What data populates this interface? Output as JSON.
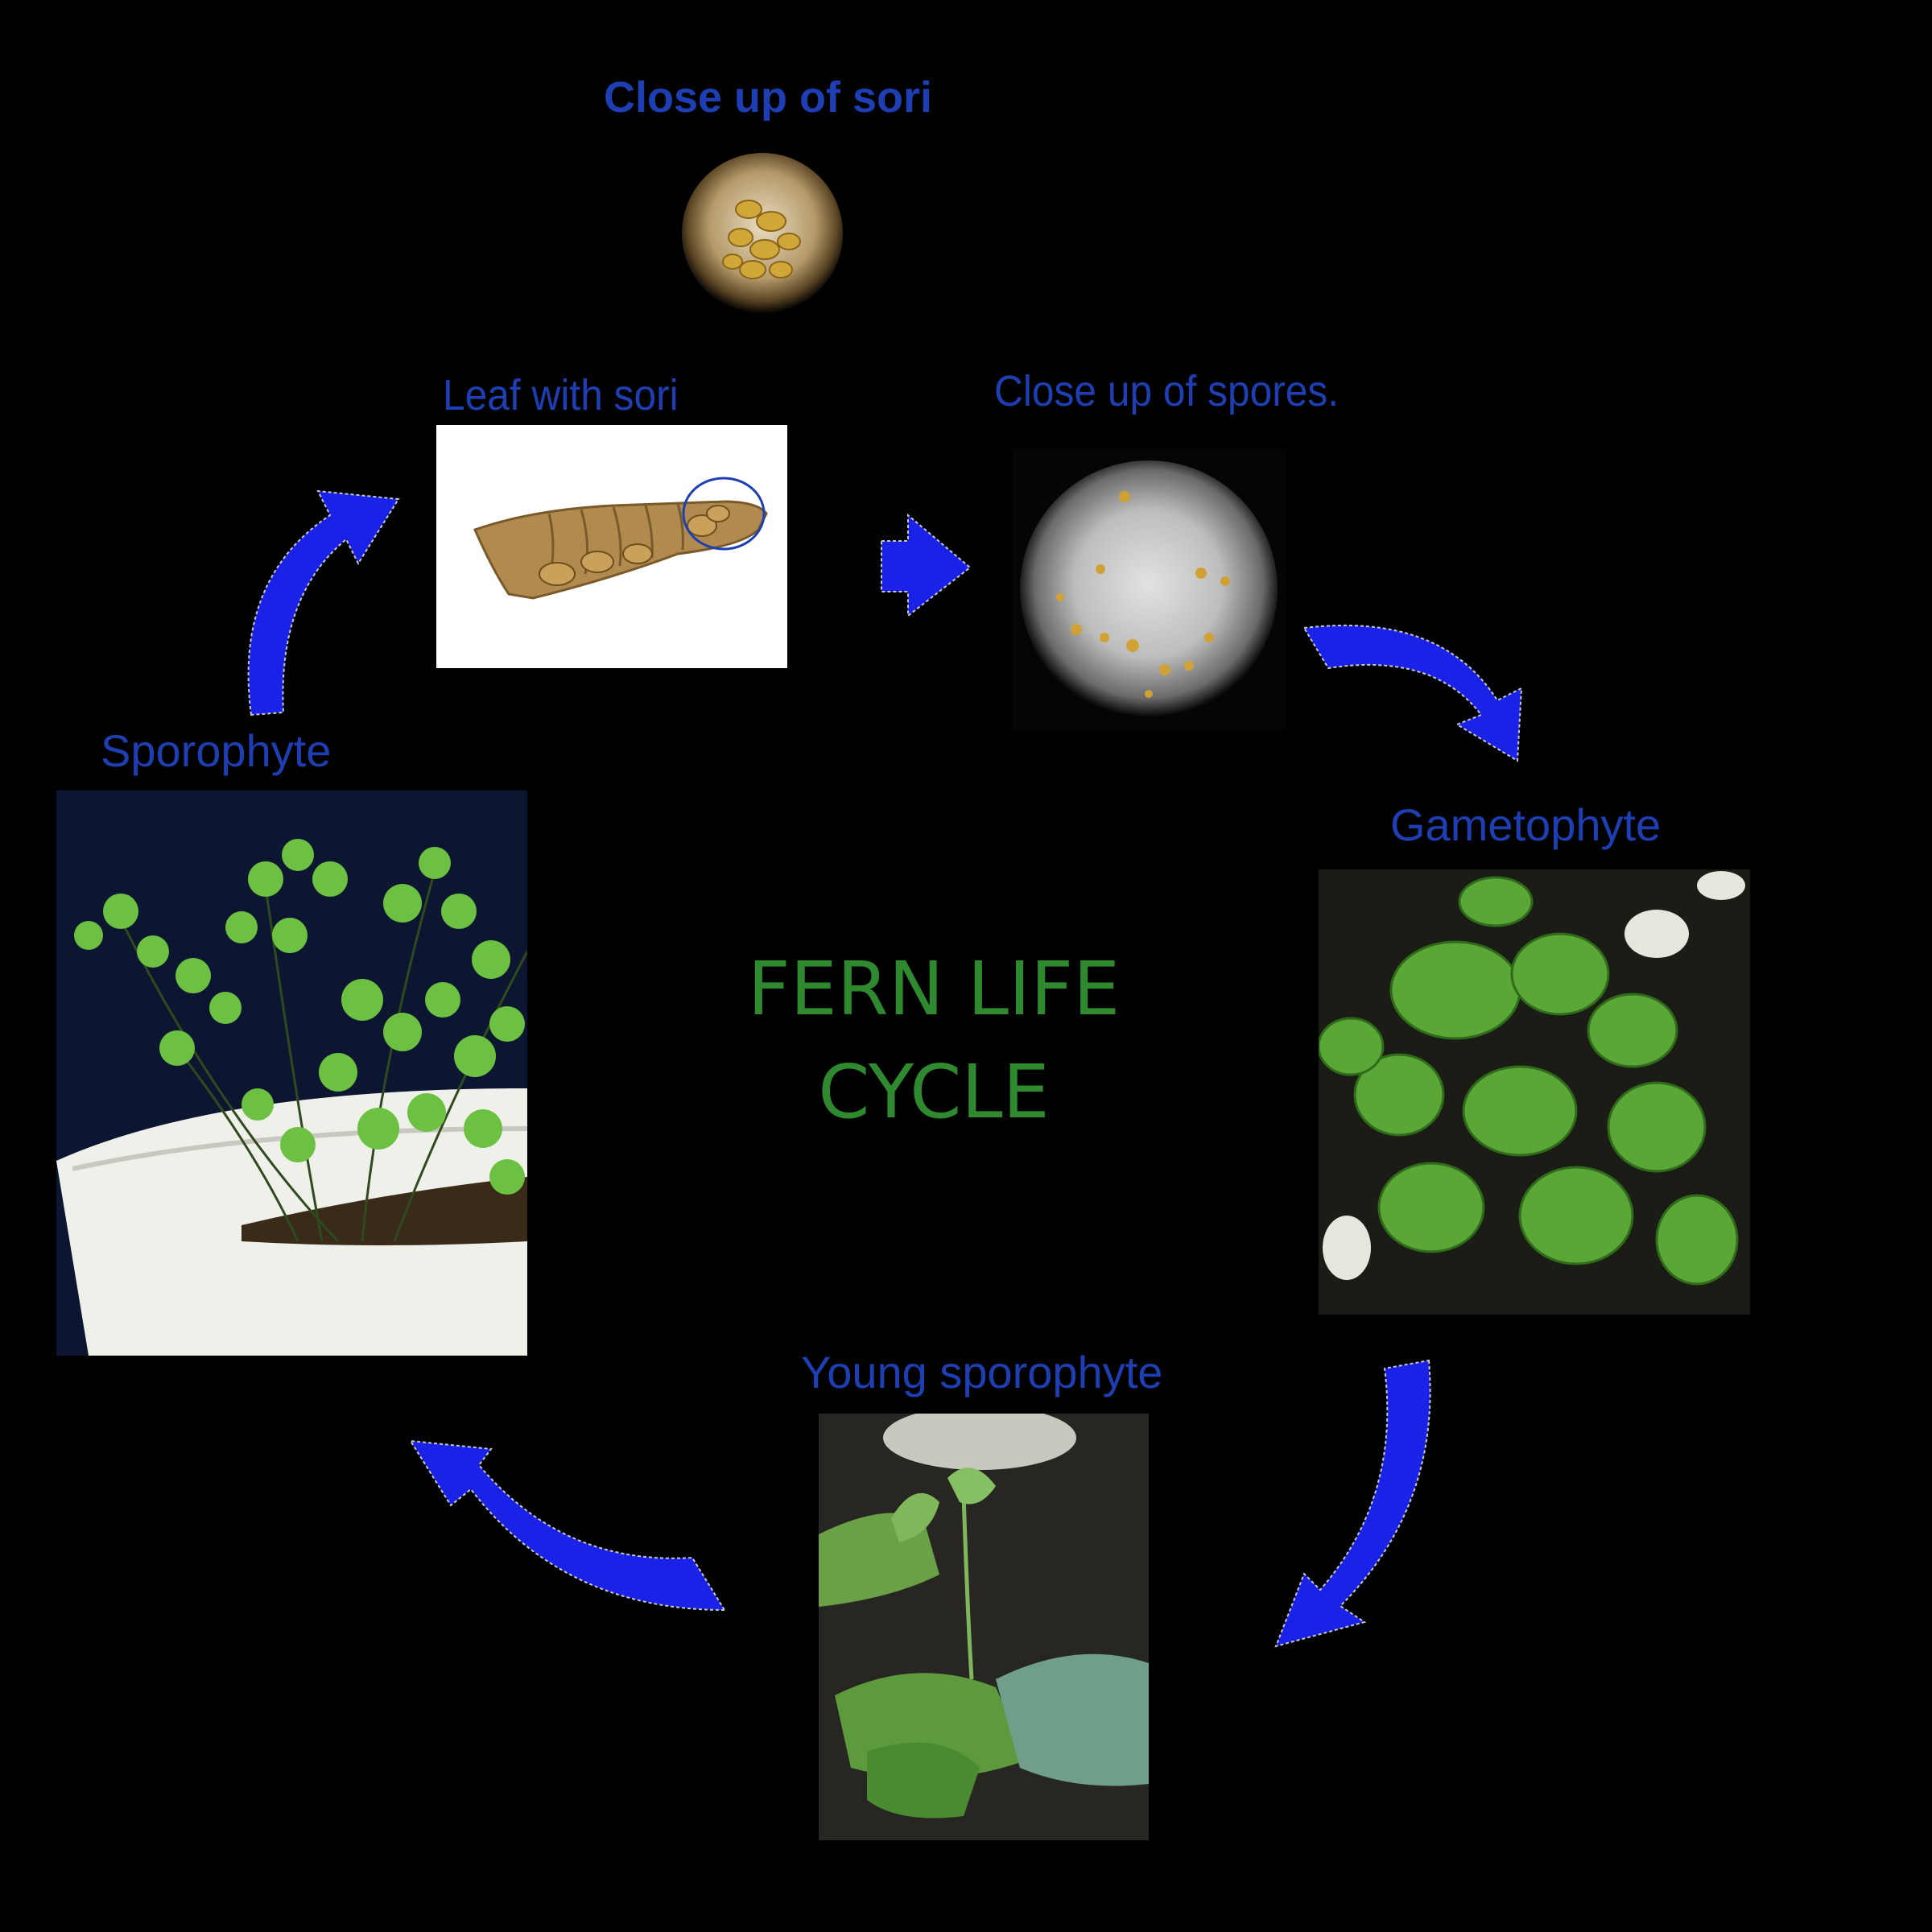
{
  "title": {
    "line1": "FERN LIFE",
    "line2": "CYCLE"
  },
  "stages": {
    "sori_closeup": "Close up of sori",
    "leaf_with_sori": "Leaf with sori",
    "spores_closeup": "Close up of spores.",
    "gametophyte": "Gametophyte",
    "young_sporophyte": "Young sporophyte",
    "sporophyte": "Sporophyte"
  },
  "colors": {
    "background": "#000000",
    "label_blue": "#1e3fb4",
    "arrow_blue": "#1a22e8",
    "title_green": "#2f8a2f"
  }
}
